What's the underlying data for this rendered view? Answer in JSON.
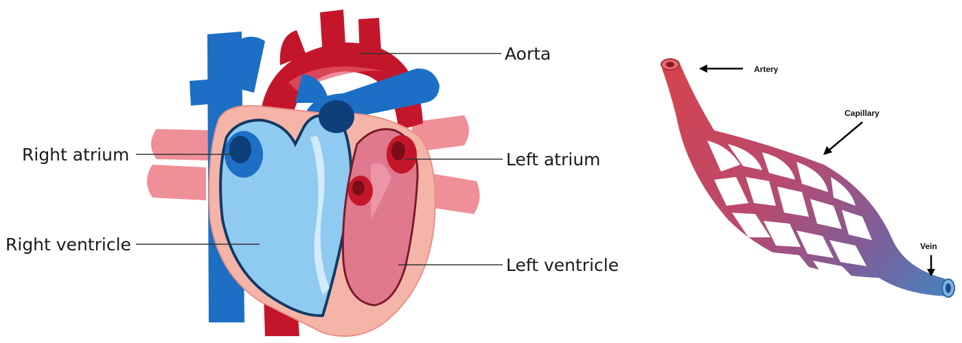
{
  "heart": {
    "labels": {
      "aorta": "Aorta",
      "right_atrium": "Right atrium",
      "left_atrium": "Left atrium",
      "right_ventricle": "Right ventricle",
      "left_ventricle": "Left ventricle"
    },
    "colors": {
      "oxygenated": "#c4162a",
      "deoxygenated": "#1c6fc4",
      "chamber_light_blue": "#8fcaf0",
      "chamber_pink": "#e0788e",
      "wall": "#f4b5a8",
      "pulmonary": "#ef8f98"
    }
  },
  "capillary_bed": {
    "labels": {
      "artery": "Artery",
      "capillary": "Capillary",
      "vein": "Vein"
    },
    "colors": {
      "arterial": "#d7434d",
      "venous": "#4583bf"
    }
  }
}
